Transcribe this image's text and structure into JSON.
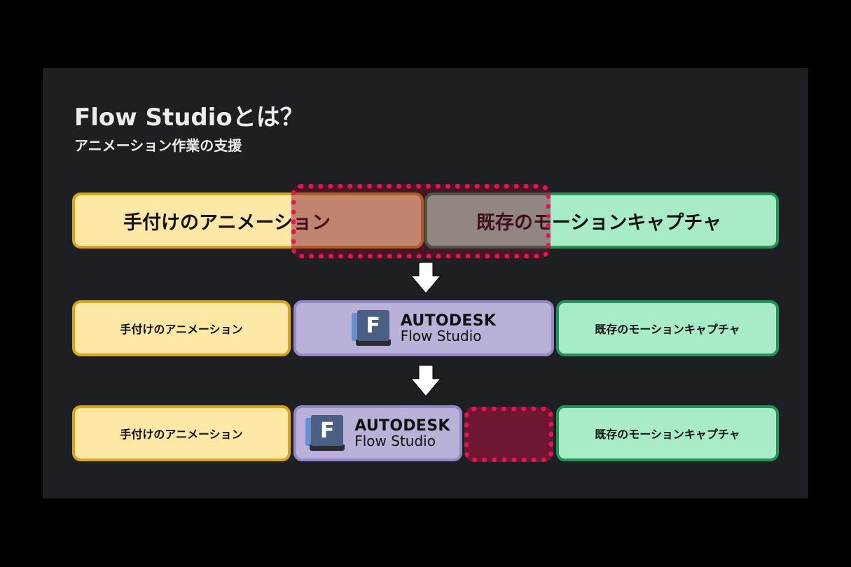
{
  "slide": {
    "title": "Flow Studioとは？",
    "subtitle": "アニメーション作業の支援",
    "background_color": "#1e1f23"
  },
  "row1": {
    "left_label": "手付けのアニメーション",
    "right_label": "既存のモーションキャプチャ",
    "overlay": "highlighted-overlap"
  },
  "row2": {
    "left_label": "手付けのアニメーション",
    "center_logo": {
      "brand": "AUTODESK",
      "product": "Flow Studio",
      "icon_letter": "F"
    },
    "right_label": "既存のモーションキャプチャ"
  },
  "row3": {
    "left_label": "手付けのアニメーション",
    "center_logo": {
      "brand": "AUTODESK",
      "product": "Flow Studio",
      "icon_letter": "F"
    },
    "gap": "highlighted-empty-slot",
    "right_label": "既存のモーションキャプチャ"
  },
  "colors": {
    "yellow_fill": "#fde8a6",
    "yellow_border": "#dba514",
    "green_fill": "#a8ebc7",
    "green_border": "#23955a",
    "purple_fill": "#bab1d8",
    "purple_border": "#9588c6",
    "highlight_border": "#e8134f",
    "highlight_fill": "#6e1731"
  }
}
